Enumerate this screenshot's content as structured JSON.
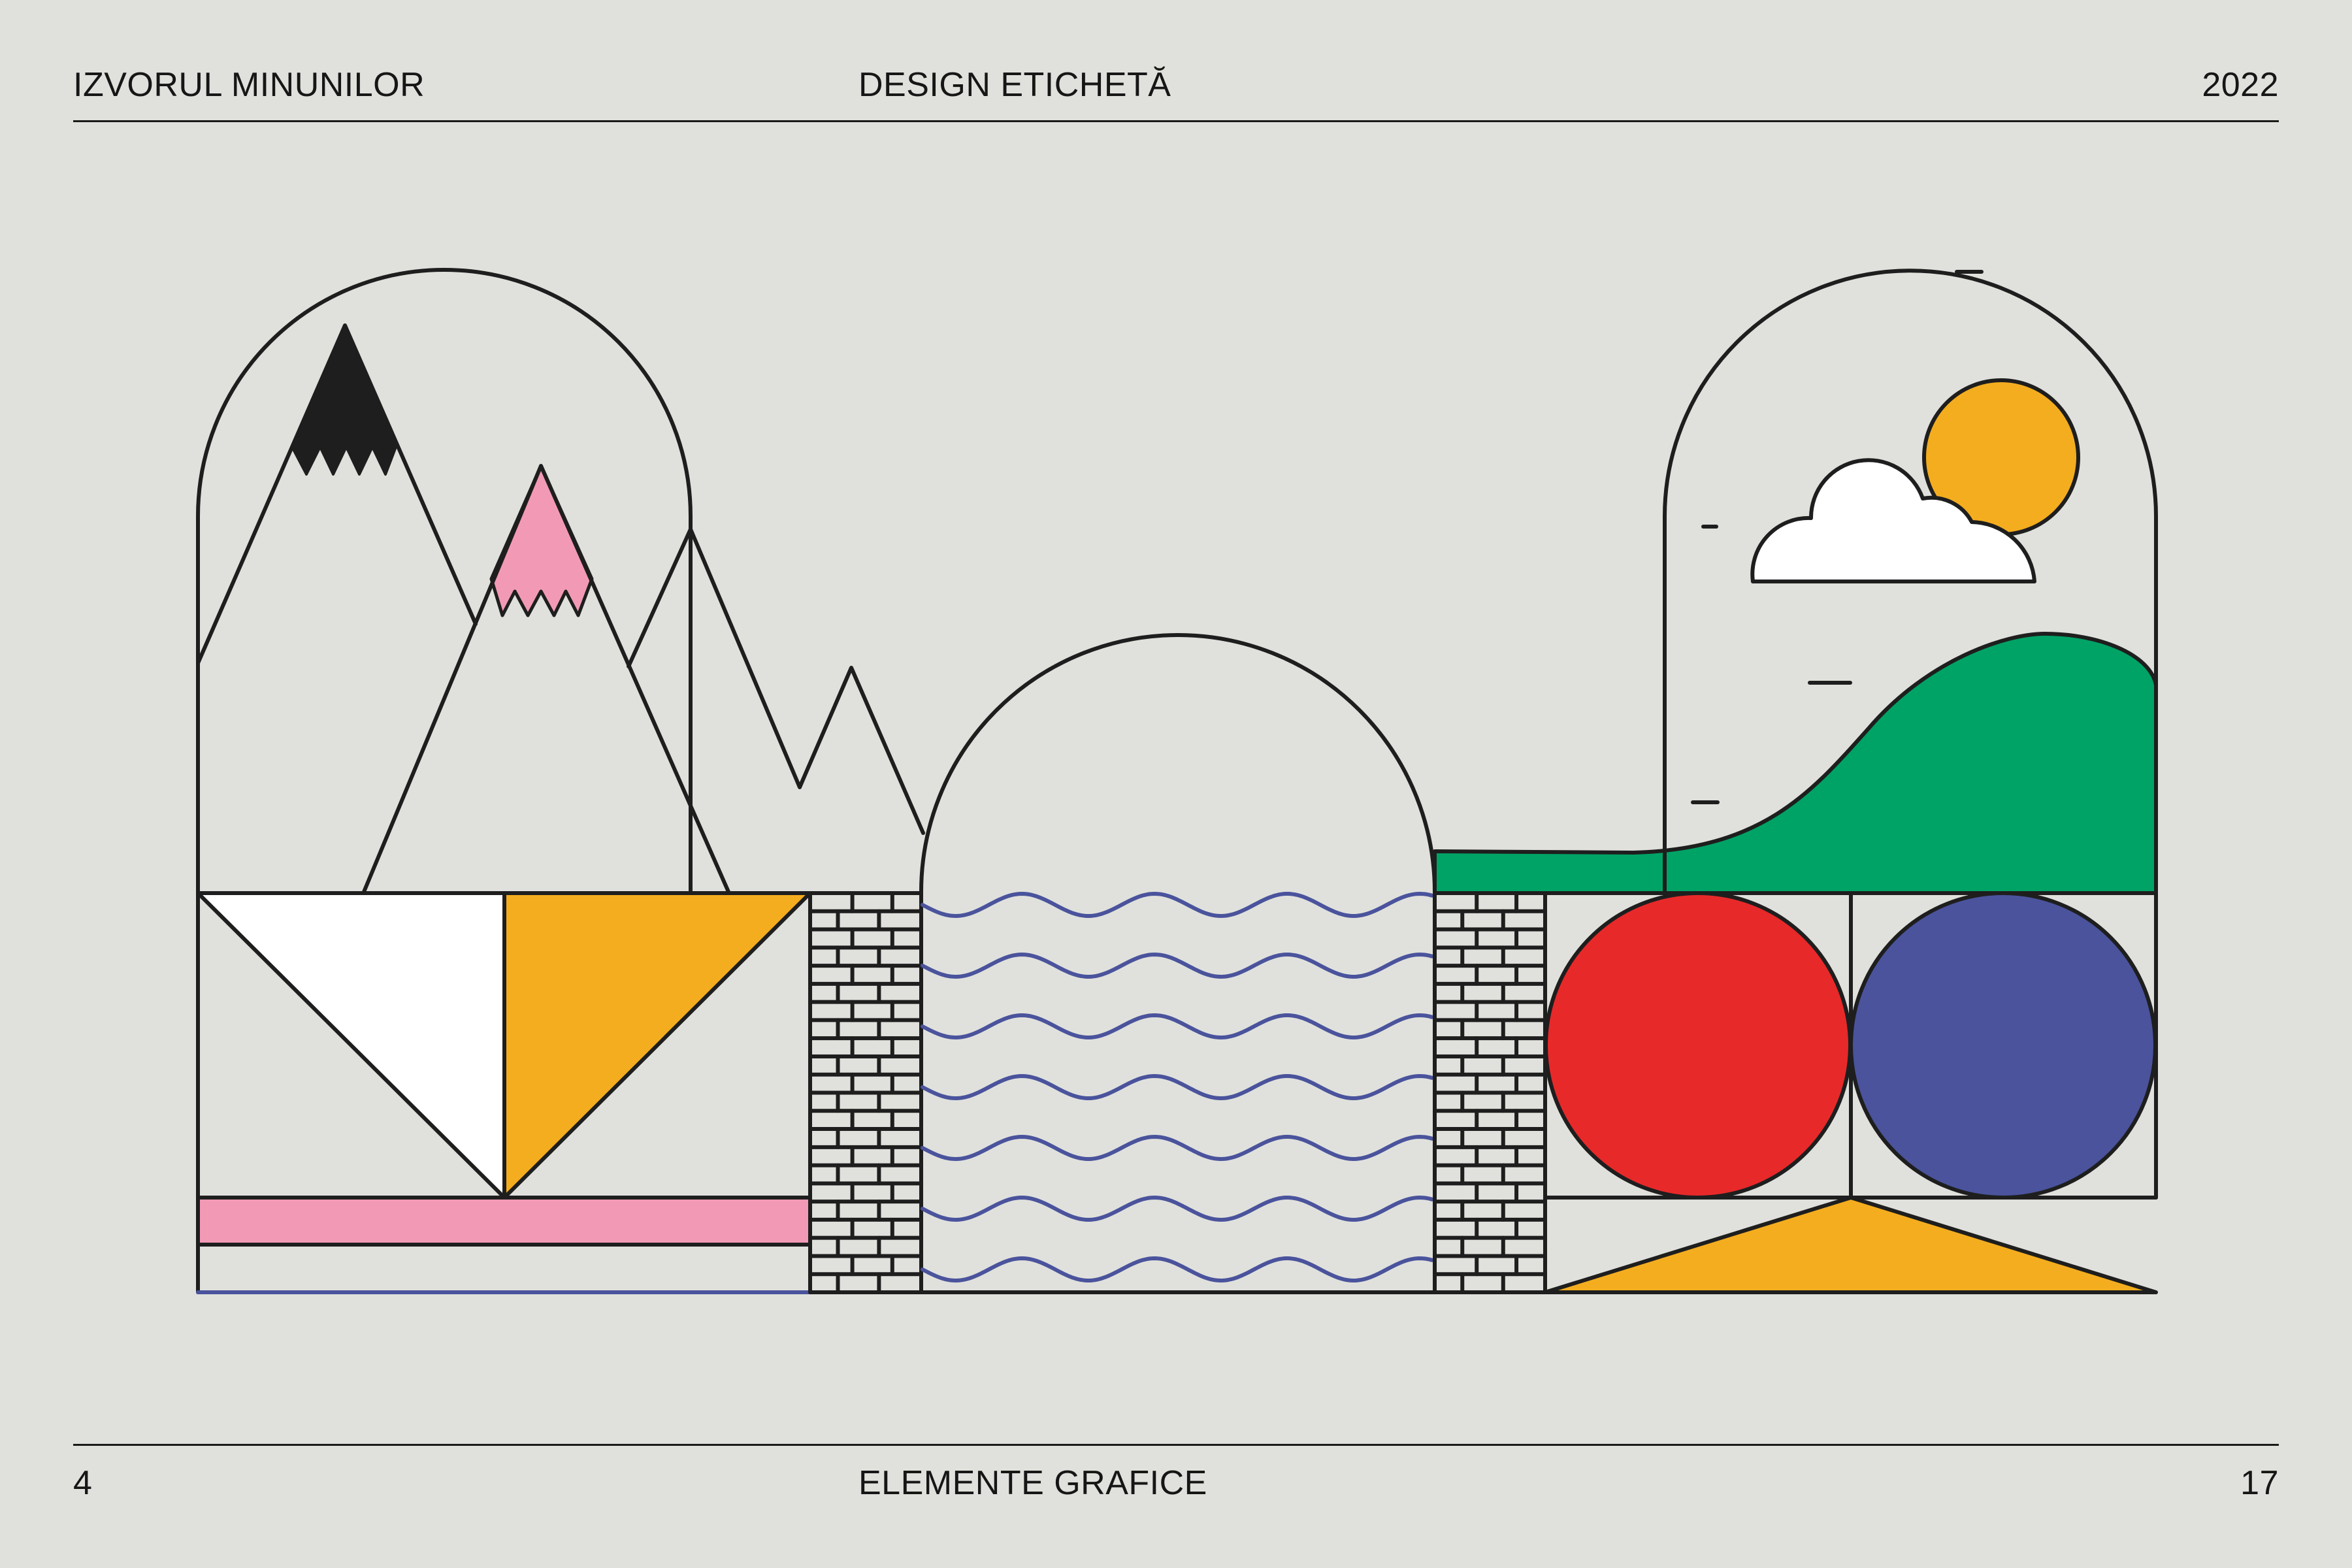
{
  "header": {
    "left": "IZVORUL MINUNILOR",
    "center": "DESIGN ETICHETĂ",
    "right": "2022"
  },
  "footer": {
    "left": "4",
    "center": "ELEMENTE GRAFICE",
    "right": "17"
  },
  "colors": {
    "background": "#e0e1dc",
    "ink": "#1e1e1e",
    "yellow": "#f4ad1f",
    "pink": "#f29ab5",
    "green": "#00a366",
    "red": "#e8292a",
    "blue": "#4a539c",
    "white": "#ffffff"
  },
  "illustration": {
    "icons": [
      "mountain-icon",
      "snow-peak-icon",
      "brick-wall-icon",
      "wave-icon",
      "sun-icon",
      "cloud-icon",
      "hill-icon",
      "circle-icon",
      "triangle-icon"
    ]
  }
}
